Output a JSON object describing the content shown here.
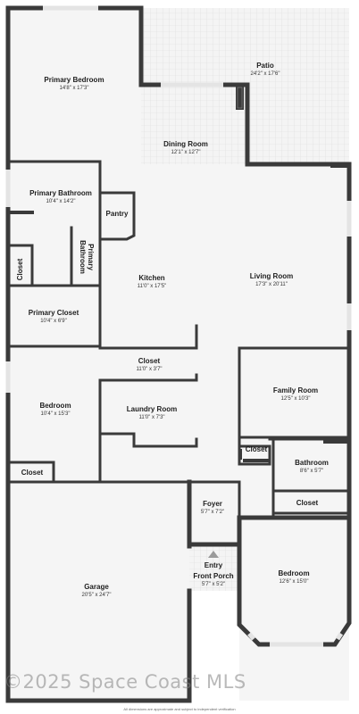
{
  "rooms": {
    "primary_bedroom": {
      "name": "Primary Bedroom",
      "dims": "14'8\" x 17'3\""
    },
    "patio": {
      "name": "Patio",
      "dims": "24'2\" x 17'6\""
    },
    "dining_room": {
      "name": "Dining Room",
      "dims": "12'1\" x 12'7\""
    },
    "primary_bathroom": {
      "name": "Primary Bathroom",
      "dims": "10'4\" x 14'2\""
    },
    "pantry": {
      "name": "Pantry"
    },
    "primary_bathroom_small": {
      "line1": "Primary",
      "line2": "Bathroom"
    },
    "closet_left": {
      "name": "Closet"
    },
    "kitchen": {
      "name": "Kitchen",
      "dims": "11'0\" x 17'5\""
    },
    "living_room": {
      "name": "Living Room",
      "dims": "17'3\" x 20'11\""
    },
    "primary_closet": {
      "name": "Primary Closet",
      "dims": "10'4\" x 6'9\""
    },
    "closet_mid": {
      "name": "Closet",
      "dims": "11'0\" x 3'7\""
    },
    "family_room": {
      "name": "Family Room",
      "dims": "12'5\" x 10'3\""
    },
    "bedroom_left": {
      "name": "Bedroom",
      "dims": "10'4\" x 15'3\""
    },
    "laundry_room": {
      "name": "Laundry Room",
      "dims": "11'0\" x 7'3\""
    },
    "closet_right": {
      "name": "Closet"
    },
    "bathroom": {
      "name": "Bathroom",
      "dims": "8'6\" x 5'7\""
    },
    "closet_bottom_left": {
      "name": "Closet"
    },
    "closet_bottom_right": {
      "name": "Closet"
    },
    "foyer": {
      "name": "Foyer",
      "dims": "5'7\" x 7'2\""
    },
    "entry": {
      "name": "Entry"
    },
    "front_porch": {
      "name": "Front Porch",
      "dims": "5'7\" x 5'2\""
    },
    "bedroom_right": {
      "name": "Bedroom",
      "dims": "12'6\" x 15'0\""
    },
    "garage": {
      "name": "Garage",
      "dims": "20'5\" x 24'7\""
    }
  },
  "watermark": "©2025 Space Coast MLS",
  "disclaimer": "All dimensions are approximate and subject to independent verification"
}
